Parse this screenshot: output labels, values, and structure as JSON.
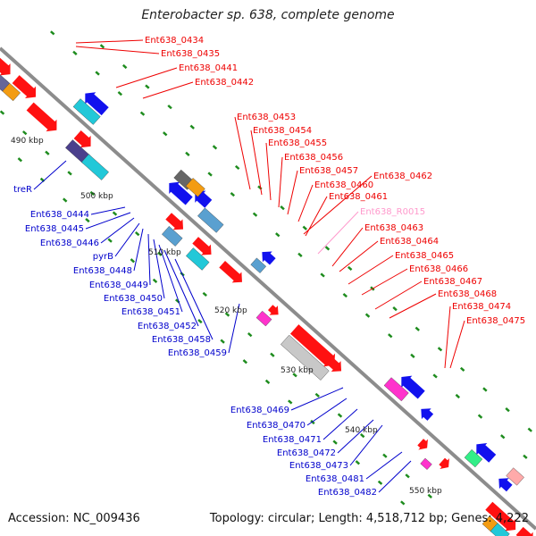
{
  "title": "Enterobacter sp. 638, complete genome",
  "footer": {
    "accession": "Accession: NC_009436",
    "topology": "Topology: circular; Length: 4,518,712 bp; Genes: 4,222"
  },
  "colors": {
    "backbone": "#8c8c8c",
    "forward_label": "#ee0000",
    "reverse_label": "#0000cc",
    "rna_label": "#ff99cc",
    "tick": "#1e8c1e"
  },
  "kbp_marks": [
    "490 kbp",
    "500 kbp",
    "510 kbp",
    "520 kbp",
    "530 kbp",
    "540 kbp",
    "550 kbp"
  ],
  "forward_labels": [
    "Ent638_0434",
    "Ent638_0435",
    "Ent638_0441",
    "Ent638_0442",
    "Ent638_0453",
    "Ent638_0454",
    "Ent638_0455",
    "Ent638_0456",
    "Ent638_0457",
    "Ent638_0462",
    "Ent638_0460",
    "Ent638_0461",
    "Ent638_0463",
    "Ent638_0464",
    "Ent638_0465",
    "Ent638_0466",
    "Ent638_0467",
    "Ent638_0468",
    "Ent638_0474",
    "Ent638_0475"
  ],
  "rna_labels": [
    "Ent638_R0015"
  ],
  "reverse_labels": [
    "treR",
    "Ent638_0444",
    "Ent638_0445",
    "Ent638_0446",
    "pyrB",
    "Ent638_0448",
    "Ent638_0449",
    "Ent638_0450",
    "Ent638_0451",
    "Ent638_0452",
    "Ent638_0458",
    "Ent638_0459",
    "Ent638_0469",
    "Ent638_0470",
    "Ent638_0471",
    "Ent638_0472",
    "Ent638_0473",
    "Ent638_0481",
    "Ent638_0482"
  ]
}
